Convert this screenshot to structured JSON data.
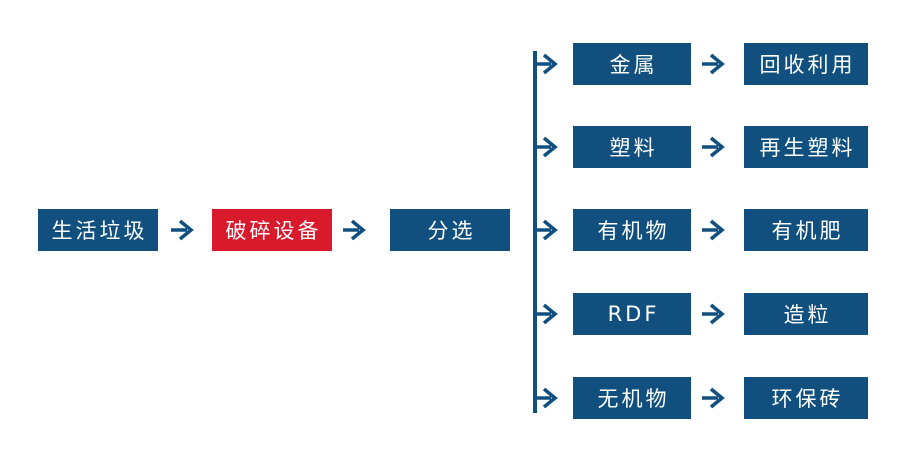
{
  "colors": {
    "background": "#ffffff",
    "box_blue": "#11507e",
    "box_red": "#d9192c",
    "arrow": "#11507e",
    "text": "#ffffff"
  },
  "icons": {
    "arrow_right": "→"
  },
  "flow": {
    "main": [
      {
        "label": "生活垃圾",
        "style": "blue"
      },
      {
        "label": "破碎设备",
        "style": "red"
      },
      {
        "label": "分选",
        "style": "blue"
      }
    ],
    "branches": [
      {
        "item": "金属",
        "result": "回收利用"
      },
      {
        "item": "塑料",
        "result": "再生塑料"
      },
      {
        "item": "有机物",
        "result": "有机肥"
      },
      {
        "item": "RDF",
        "result": "造粒"
      },
      {
        "item": "无机物",
        "result": "环保砖"
      }
    ]
  }
}
